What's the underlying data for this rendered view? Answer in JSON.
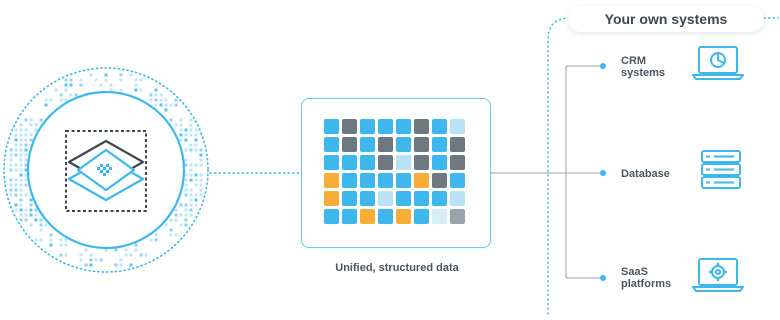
{
  "header": {
    "title": "Your own systems"
  },
  "data_card": {
    "caption": "Unified, structured data",
    "grid": [
      [
        "b",
        "g",
        "b",
        "b",
        "b",
        "g",
        "b",
        "l"
      ],
      [
        "b",
        "g",
        "b",
        "g",
        "b",
        "g",
        "b",
        "g"
      ],
      [
        "b",
        "b",
        "b",
        "g",
        "l",
        "g",
        "b",
        "g"
      ],
      [
        "o",
        "b",
        "b",
        "b",
        "b",
        "o",
        "g",
        "b"
      ],
      [
        "o",
        "b",
        "b",
        "l",
        "b",
        "b",
        "b",
        "l"
      ],
      [
        "b",
        "b",
        "o",
        "b",
        "o",
        "b",
        "w",
        "s"
      ]
    ]
  },
  "systems": [
    {
      "line1": "CRM",
      "line2": "systems",
      "icon": "laptop-pie-chart-icon"
    },
    {
      "line1": "Database",
      "line2": "",
      "icon": "database-server-icon"
    },
    {
      "line1": "SaaS",
      "line2": "platforms",
      "icon": "laptop-gear-icon"
    }
  ],
  "colors": {
    "accent_blue": "#3db7ec",
    "dark_gray": "#6e7881",
    "orange": "#f7ad36",
    "light_blue": "#b9e2f6",
    "text": "#4a5660"
  }
}
